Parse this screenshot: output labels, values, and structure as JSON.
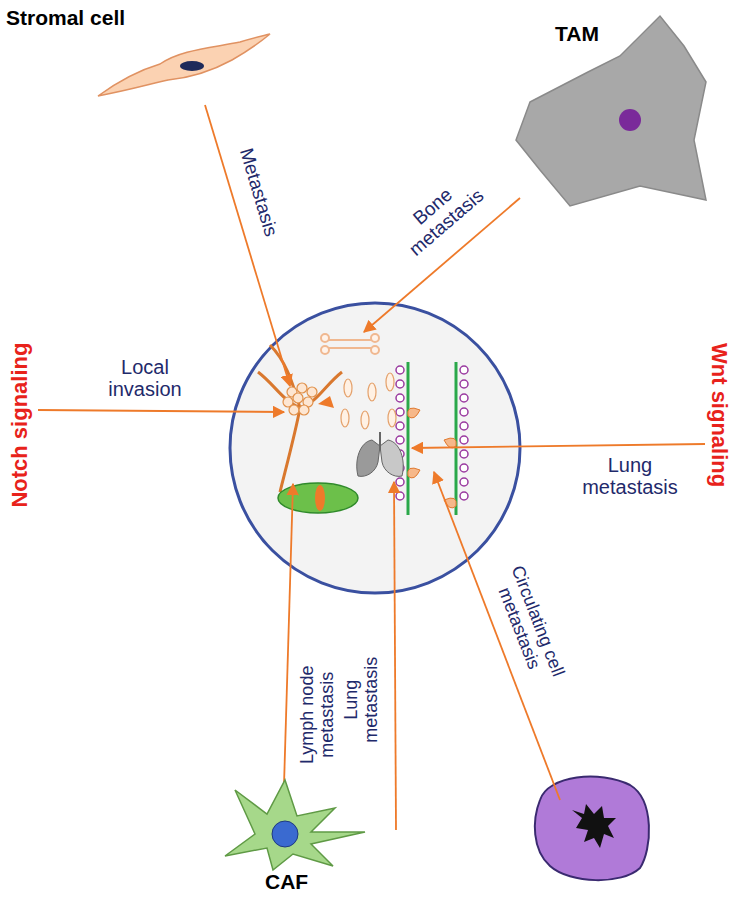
{
  "diagram": {
    "nodes": [
      {
        "text": [
          "Stromal cell"
        ]
      },
      {
        "text": [
          "TAM"
        ]
      },
      {
        "text": [
          "CAF"
        ]
      }
    ],
    "labels": [
      "Metastasis",
      "Bone metastasis",
      "Notch signaling",
      "Local invasion",
      "Wnt signaling",
      "Lung metastasis",
      "Lymph node metastasis",
      "Lung metastasis",
      "Circulating cell metastasis"
    ]
  }
}
